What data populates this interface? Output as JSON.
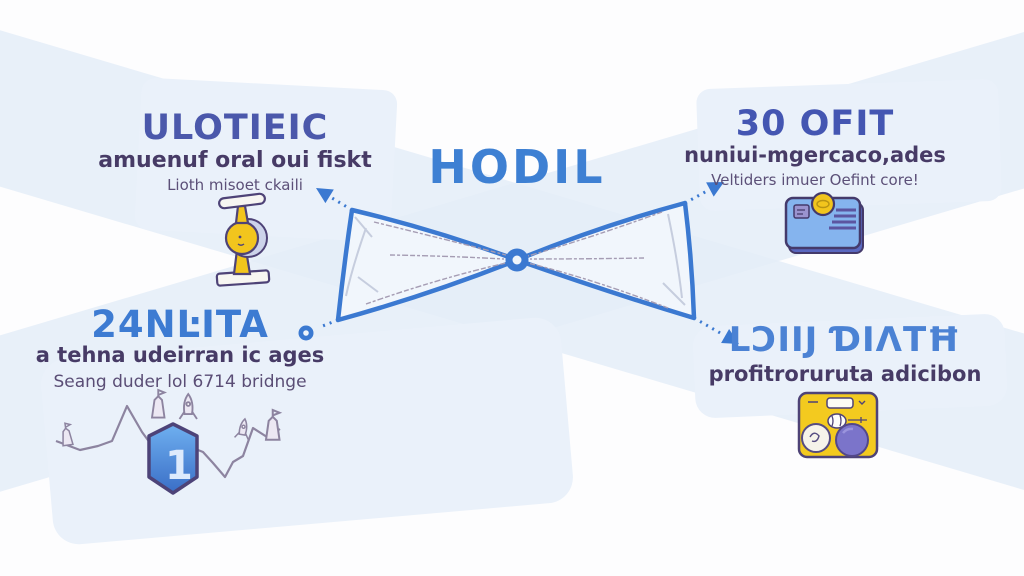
{
  "center": {
    "title": "HODIL"
  },
  "quadrants": {
    "top_left": {
      "title": "ULOTIEIC",
      "subtitle": "amuenuf oral oui fiskt",
      "note": "Lioth misoet ckaili",
      "icon": "trophy-icon"
    },
    "top_right": {
      "title": "30 OFIT",
      "subtitle": "nuniui-mgercaco,ades",
      "note": "Veltiders imuer Oefint core!",
      "icon": "payment-card-icon"
    },
    "bottom_left": {
      "title": "24NĿITA",
      "subtitle": "a tehna udeirran ic ages",
      "note": "Seang duder lol 6714 bridnge",
      "icon": "rank-shield-icon",
      "badge_value": "1"
    },
    "bottom_right": {
      "title": "LƆIIJ ƊIΛTĦ",
      "subtitle": "profitroruruta adicibon",
      "icon": "vending-machine-icon"
    }
  },
  "colors": {
    "accent_blue": "#3b79d1",
    "title_indigo": "#4a58ad",
    "body_purple": "#473b66",
    "note_purple": "#5c5078",
    "light_blue_bg": "#e4edf8",
    "icon_yellow": "#f2c51d",
    "icon_outline": "#4e4377",
    "card_blue": "#85b4ee",
    "sphere_purple": "#7b74ca"
  }
}
